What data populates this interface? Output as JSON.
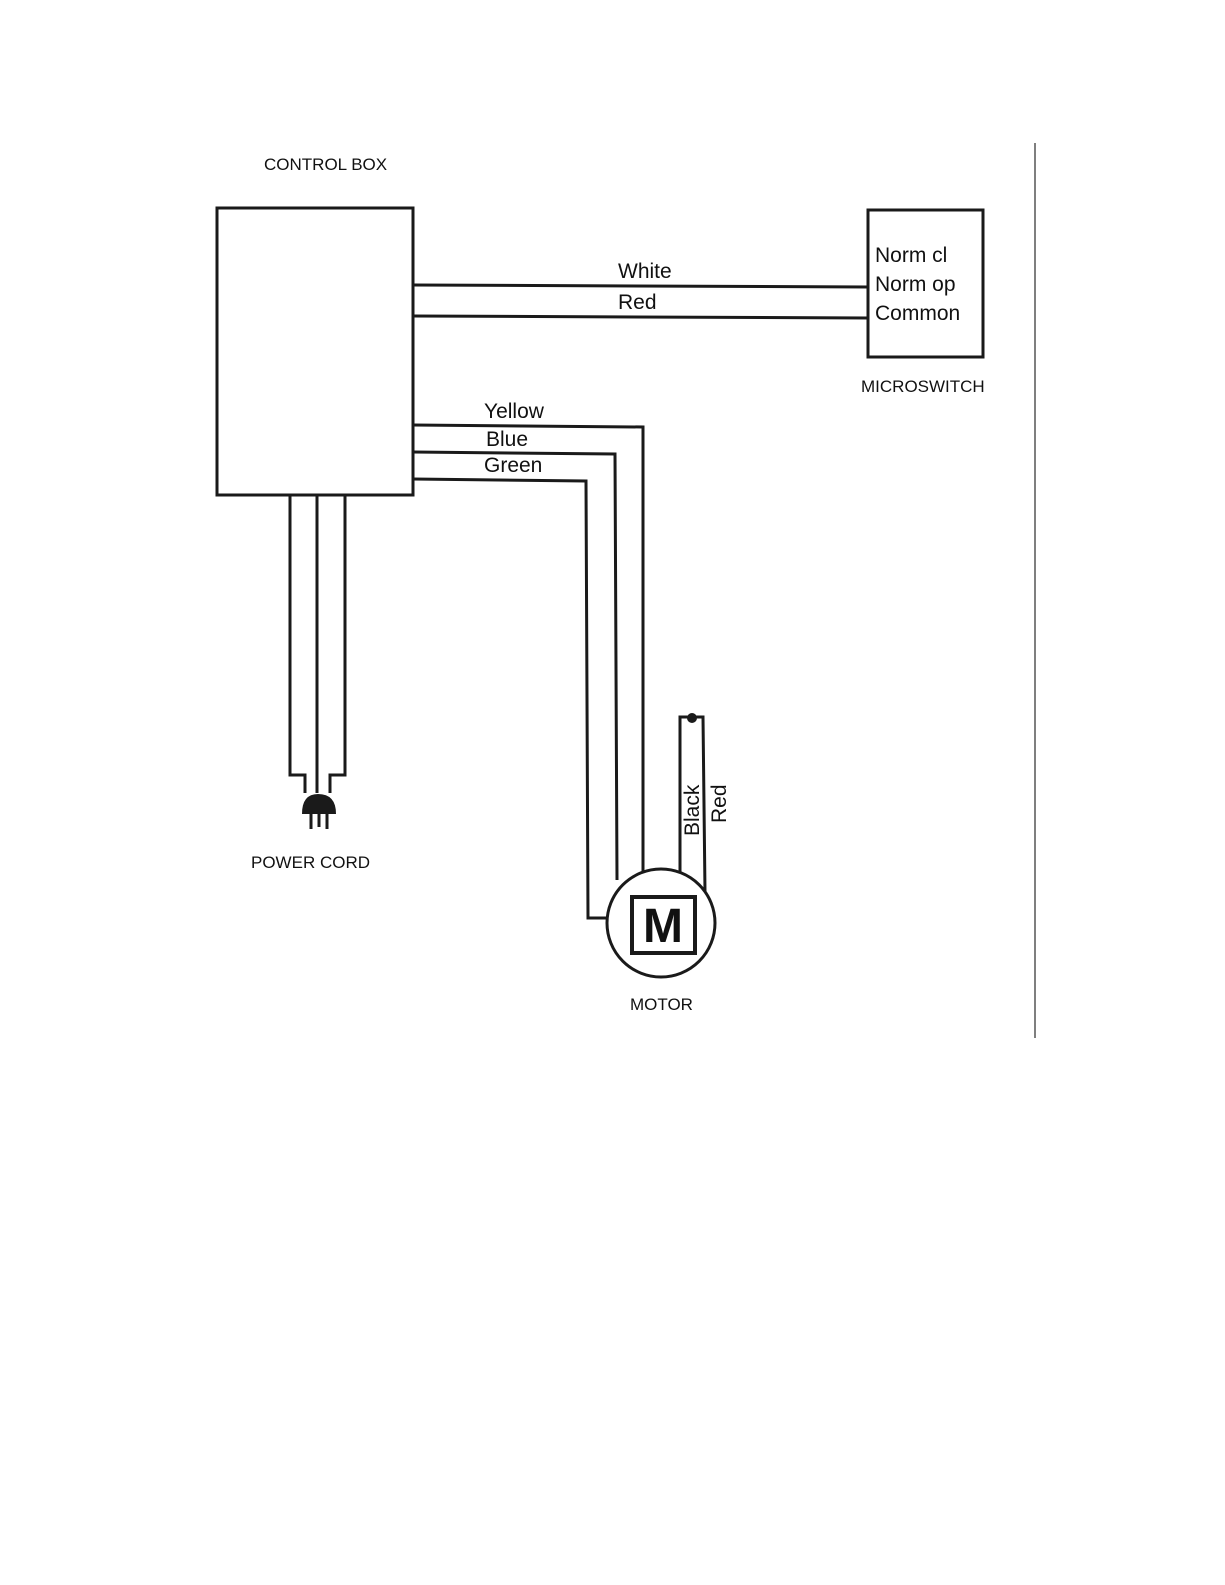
{
  "control_box": {
    "label": "CONTROL BOX"
  },
  "microswitch": {
    "label": "MICROSWITCH",
    "terminals": [
      "Norm cl",
      "Norm op",
      "Common"
    ]
  },
  "wires": {
    "white": "White",
    "red_switch": "Red",
    "yellow": "Yellow",
    "blue": "Blue",
    "green": "Green",
    "black": "Black",
    "red_motor": "Red"
  },
  "motor": {
    "label": "MOTOR",
    "symbol": "M"
  },
  "power_cord": {
    "label": "POWER CORD"
  }
}
